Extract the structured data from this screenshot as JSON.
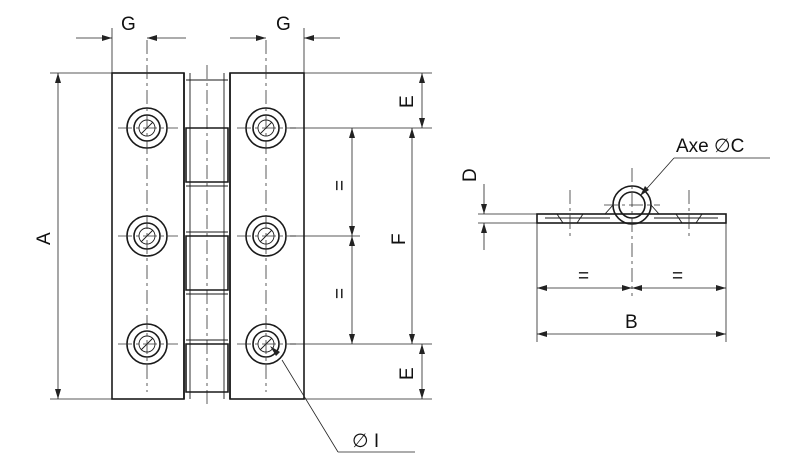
{
  "labels": {
    "g_left": "G",
    "g_right": "G",
    "a": "A",
    "e_top": "E",
    "e_bottom": "E",
    "eq_top": "=",
    "eq_bottom": "=",
    "f": "F",
    "d": "D",
    "axe": "Axe ∅C",
    "eq_left": "=",
    "eq_right": "=",
    "b": "B",
    "hole": "∅ I"
  }
}
